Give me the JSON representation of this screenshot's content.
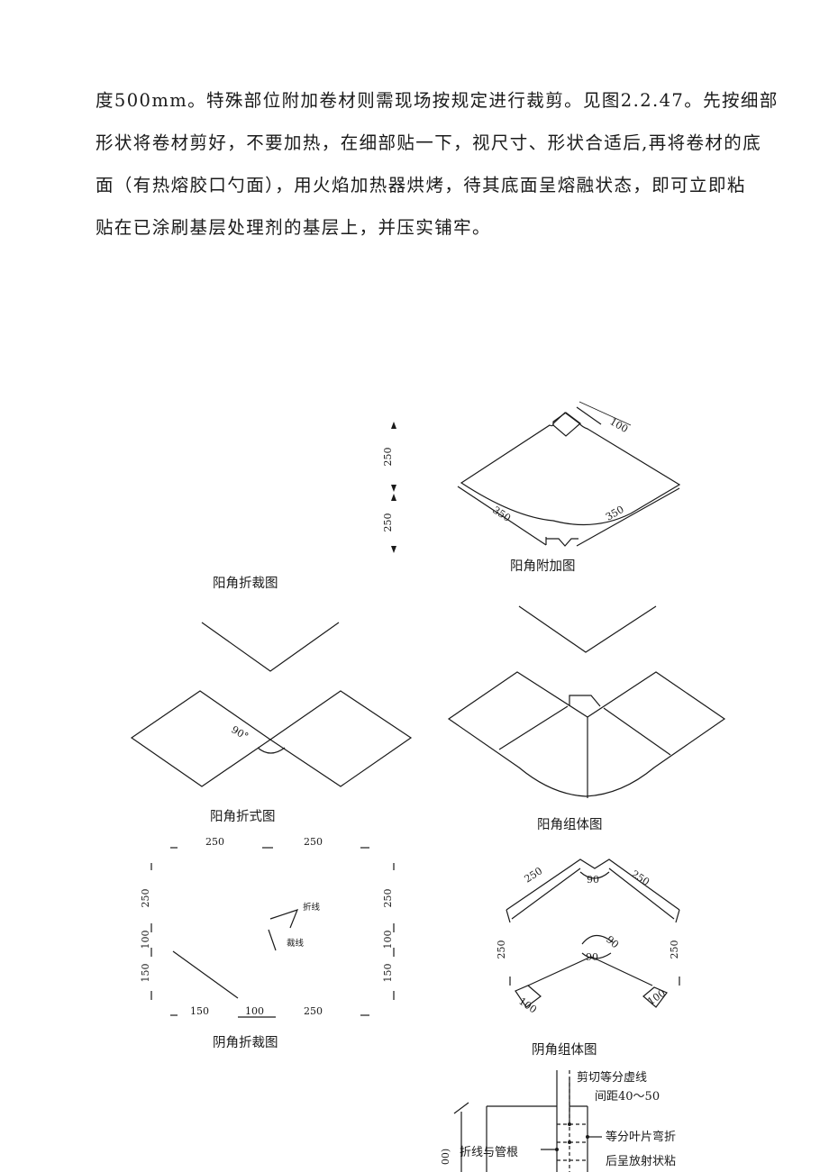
{
  "paragraph": {
    "lines": [
      "度500mm。特殊部位附加卷材则需现场按规定进行裁剪。见图2.2.47。先按细部",
      "形状将卷材剪好，不要加热，在细部贴一下，视尺寸、形状合适后,再将卷材的底",
      "面（有热熔胶口勺面），用火焰加热器烘烤，待其底面呈熔融状态，即可立即粘",
      "贴在已涂刷基层处理剂的基层上，并压实铺牢。"
    ]
  },
  "figures": {
    "captions": {
      "outer_cut": "阳角折裁图",
      "outer_add": "阳角附加图",
      "outer_fold": "阳角折式图",
      "outer_assembly": "阳角组体图",
      "inner_cut": "阴角折裁图",
      "inner_assembly": "阴角组体图"
    },
    "outer_cut_dims": {
      "top": "250",
      "bottom": "250"
    },
    "outer_add_dims": {
      "tab": "100",
      "left": "350",
      "right": "350"
    },
    "outer_fold_angle": "90°",
    "inner_cut_dims": {
      "top_left": "250",
      "top_right": "250",
      "left_top": "250",
      "left_mid": "100",
      "left_bottom": "150",
      "right_top": "250",
      "right_mid": "100",
      "right_bottom": "150",
      "bottom_left": "150",
      "bottom_mid": "100",
      "bottom_right": "250",
      "fold_line": "折线",
      "cut_line": "裁线"
    },
    "inner_assembly_dims": {
      "upper_left": "250",
      "upper_right": "250",
      "upper_angle": "90",
      "left": "250",
      "right": "250",
      "lower_angle_outer": "90",
      "lower_angle_inner": "90",
      "tab_left": "100",
      "tab_right": "100"
    },
    "pipe_detail": {
      "note1_line1": "剪切等分虚线",
      "note1_line2": "间距40～50",
      "note2_line1": "等分叶片弯折",
      "note2_line2": "后呈放射状粘",
      "note3": "折线与管根",
      "dim_partial": "00)"
    }
  }
}
